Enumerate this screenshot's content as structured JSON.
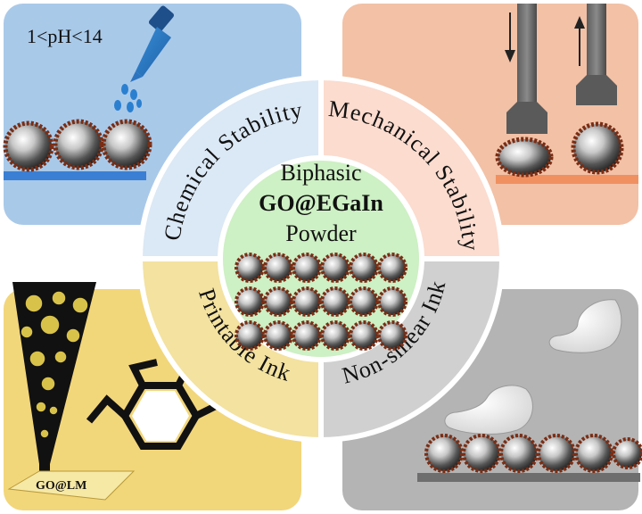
{
  "center": {
    "line1": "Biphasic",
    "line2": "GO@EGaIn",
    "line3": "Powder"
  },
  "quadrants": {
    "top_left": {
      "label": "Chemical Stability",
      "annotation": "1<pH<14"
    },
    "top_right": {
      "label": "Mechanical Stability"
    },
    "bottom_left": {
      "label": "Printable Ink",
      "nozzle_label": "GO@LM"
    },
    "bottom_right": {
      "label": "Non-smear Ink"
    }
  },
  "colors": {
    "blue_panel": "#a9c9e9",
    "orange_panel": "#f2c1a6",
    "yellow_panel": "#f2d67a",
    "gray_panel": "#b4b4b4",
    "center_green": "#cdf0c4",
    "ring_blue": "#dbe8f5",
    "ring_orange": "#fbdccf",
    "ring_yellow": "#f3e2a0",
    "ring_gray": "#d0d0d0"
  }
}
